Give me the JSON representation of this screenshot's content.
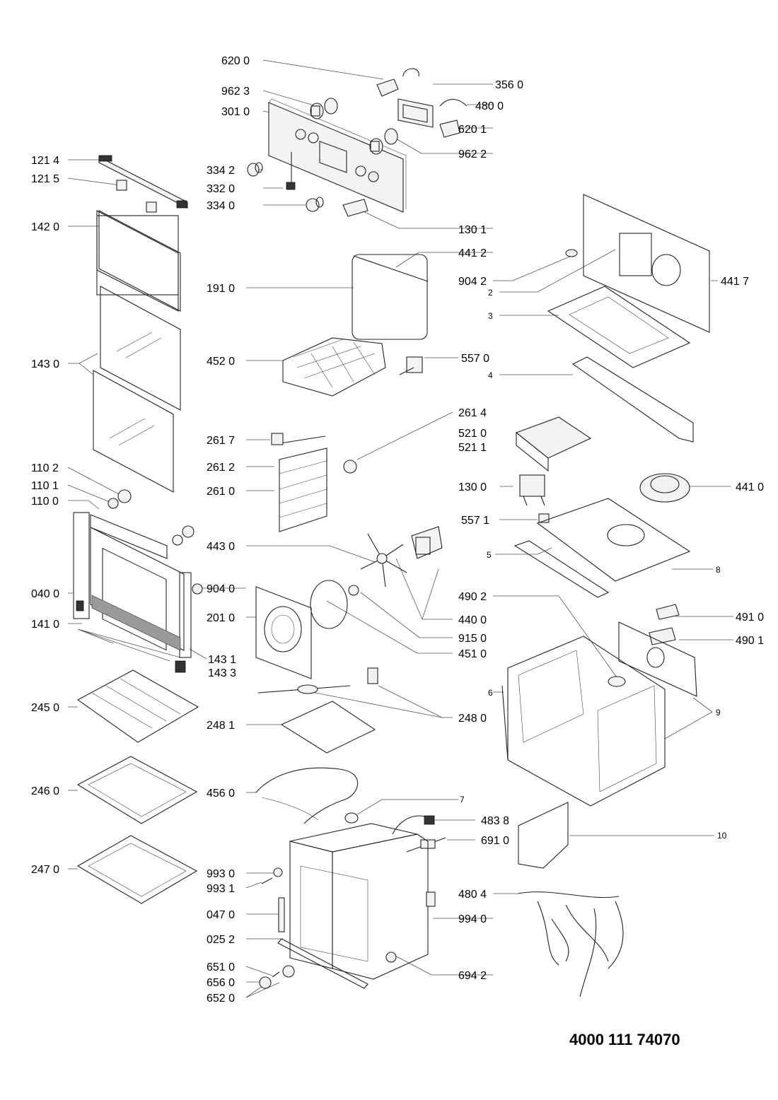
{
  "document_number": "4000 111 74070",
  "labels": {
    "p6200": "620 0",
    "p9623": "962 3",
    "p3010": "301 0",
    "p3560": "356 0",
    "p4800": "480 0",
    "p6201": "620 1",
    "p9622": "962 2",
    "p1214": "121 4",
    "p1215": "121 5",
    "p3342": "334 2",
    "p3320": "332 0",
    "p3340": "334 0",
    "p1420": "142 0",
    "p1301": "130 1",
    "p4412": "441 2",
    "p9042a": "904 2",
    "p4417": "441 7",
    "p1910": "191 0",
    "n2": "2",
    "n3": "3",
    "p1430": "143 0",
    "p4520": "452 0",
    "p5570": "557 0",
    "n4": "4",
    "p2614": "261 4",
    "p2617": "261 7",
    "p5210": "521 0",
    "p5211": "521 1",
    "p2612": "261 2",
    "p2610": "261 0",
    "p1102": "110 2",
    "p1300": "130 0",
    "p4410": "441 0",
    "p1101": "110 1",
    "p1100": "110 0",
    "p5571": "557 1",
    "p4430": "443 0",
    "n5": "5",
    "n8": "8",
    "p9042b": "904 0",
    "p0400": "040 0",
    "p4902": "490 2",
    "p2010": "201 0",
    "p4400": "440 0",
    "p1410": "141 0",
    "p4910": "491 0",
    "p9150": "915 0",
    "p4901": "490 1",
    "p4510": "451 0",
    "p1431": "143 1",
    "p1433": "143 3",
    "n6": "6",
    "n9": "9",
    "p2450": "245 0",
    "p2480": "248 0",
    "p2481": "248 1",
    "p2460": "246 0",
    "p4560": "456 0",
    "n7": "7",
    "p4838": "483 8",
    "p6910": "691 0",
    "n10": "10",
    "p2470": "247 0",
    "p9930": "993 0",
    "p9931": "993 1",
    "p4804": "480 4",
    "p0470": "047 0",
    "p9940": "994 0",
    "p0252": "025 2",
    "p6510": "651 0",
    "p6942": "694 2",
    "p6560": "656 0",
    "p6520": "652 0"
  }
}
